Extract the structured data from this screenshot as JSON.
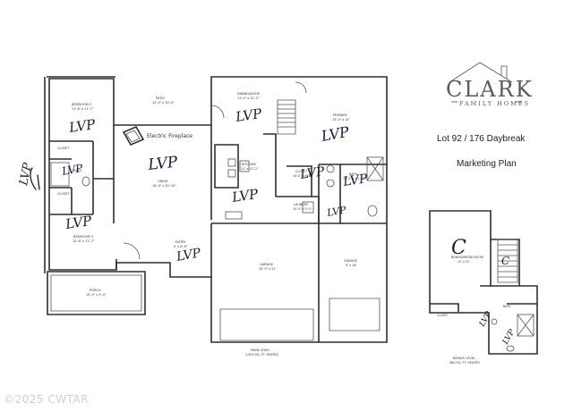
{
  "brand": {
    "name": "CLARK",
    "subtitle": "FAMILY HOMES"
  },
  "info": {
    "lot": "Lot 92 / 176 Daybreak",
    "plan_type": "Marketing Plan"
  },
  "rooms": {
    "bedroom2": {
      "name": "BEDROOM 2",
      "dims": "11'-6\" x 11'-7\""
    },
    "patio": {
      "name": "PATIO",
      "dims": "12'-0\" x 20'-0\""
    },
    "dining": {
      "name": "DINING/NOOK",
      "dims": "11'-0\" x 12'-2\""
    },
    "primary": {
      "name": "PRIMARY",
      "dims": "15'-0\" x 14'"
    },
    "closet1": {
      "name": "CLOSET",
      "dims": ""
    },
    "bath": {
      "name": "BATH",
      "dims": ""
    },
    "closet2": {
      "name": "CLOSET",
      "dims": ""
    },
    "great": {
      "name": "GREAT",
      "dims": "18'-4\" x 20'-10\""
    },
    "kitchen": {
      "name": "KITCHEN",
      "dims": "11' x 12'-2\""
    },
    "closet_primary": {
      "name": "CLOSET",
      "dims": "10'-0\" x 6'-8\""
    },
    "bath_primary": {
      "name": "BATH",
      "dims": "10'-0\" x 10'-10\""
    },
    "laundry": {
      "name": "LAUNDRY",
      "dims": "10'-0\" x 5'-0\""
    },
    "bedroom3": {
      "name": "BEDROOM 3",
      "dims": "12'-6\" x 11'-7\""
    },
    "entry": {
      "name": "ENTRY",
      "dims": "5' x 8'-6\""
    },
    "garage": {
      "name": "GARAGE",
      "dims": "20'-0\" x 21'"
    },
    "garage2": {
      "name": "GARAGE",
      "dims": "9' x 16'"
    },
    "porch": {
      "name": "PORCH",
      "dims": "10'-0\" x 5'-0\""
    },
    "bonus": {
      "name": "BONUS/MEDIA ROOM",
      "dims": "12' x 21'"
    },
    "bonus_closet": {
      "name": "CLOSET",
      "dims": ""
    },
    "bonus_bath": {
      "name": "BATH",
      "dims": ""
    }
  },
  "notes": {
    "fireplace": "Electric Fireplace",
    "main_level": "MAIN LEVEL",
    "main_sqft": "1,500 SQ. FT. HEATED",
    "bonus_level": "BONUS LEVEL",
    "bonus_sqft": "380 SQ. FT. HEATED"
  },
  "handwriting": {
    "lvp": "LVP",
    "c": "C"
  },
  "copyright": "©2025 CWTAR"
}
